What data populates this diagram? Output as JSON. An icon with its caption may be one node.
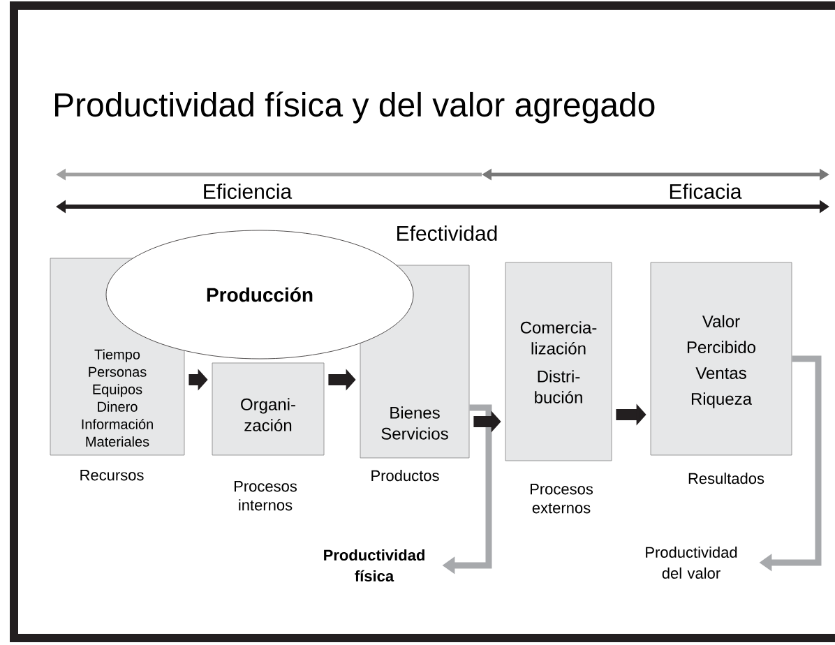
{
  "diagram": {
    "title": "Productividad física y del valor agregado",
    "nodes": [
      {
        "text": [
          "Tiempo Personas Equipos Dinero Información Materiales"
        ],
        "beside": [
          "Recursos"
        ]
      },
      {
        "text": [
          "Organi- zación"
        ],
        "beside": [
          "Procesos internos"
        ]
      },
      {
        "text": [
          "Bienes Servicios"
        ],
        "beside": [
          "Productos"
        ]
      },
      {
        "text": [
          "Comercia- lización",
          "Distri- bución"
        ],
        "beside": [
          "Procesos externos"
        ]
      },
      {
        "text": [
          "Valor Percibido Ventas Riqueza"
        ],
        "beside": [
          "Resultados"
        ]
      },
      {
        "text": [
          "Producción"
        ]
      },
      {
        "text": [
          "Productividad física"
        ]
      },
      {
        "text": [
          "Productividad del valor"
        ]
      }
    ],
    "edges": [
      {
        "from": 0,
        "to": 1,
        "arrow": "to"
      },
      {
        "from": 1,
        "to": 2,
        "arrow": "to"
      },
      {
        "from": 2,
        "to": 3,
        "arrow": "to"
      },
      {
        "from": 3,
        "to": 4,
        "arrow": "to"
      },
      {
        "from": 2,
        "to": 6,
        "arrow": "to",
        "color": "#a7a9ac"
      },
      {
        "from": 4,
        "to": 7,
        "arrow": "to",
        "color": "#a7a9ac"
      }
    ],
    "labels": [
      "Eficiencia",
      "Eficacia",
      "Efectividad"
    ]
  }
}
